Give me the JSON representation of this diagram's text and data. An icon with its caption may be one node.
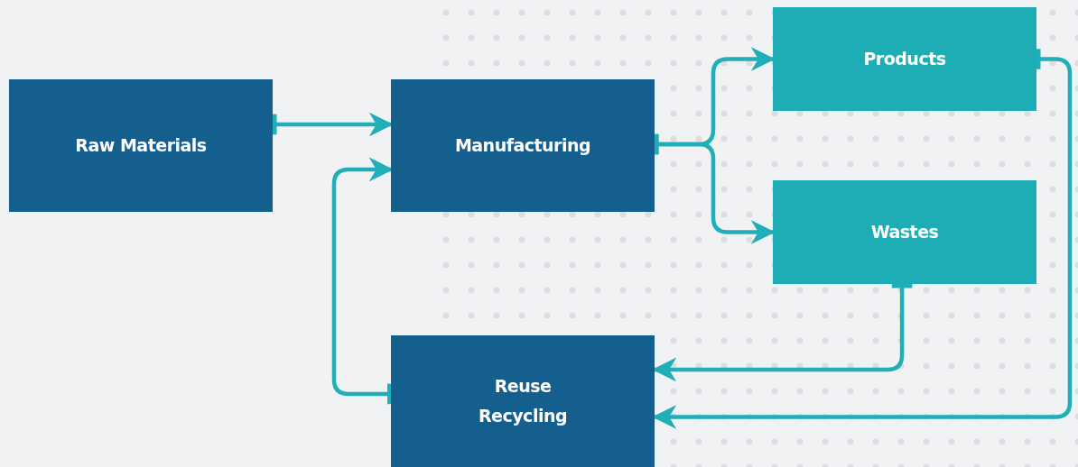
{
  "diagram": {
    "nodes": [
      {
        "text": [
          "Raw Materials"
        ]
      },
      {
        "text": [
          "Manufacturing"
        ]
      },
      {
        "text": [
          "Products"
        ]
      },
      {
        "text": [
          "Wastes"
        ]
      },
      {
        "text": [
          "Reuse Recycling"
        ]
      }
    ],
    "edges": [
      {
        "from": 0,
        "to": 1,
        "arrow": "to"
      },
      {
        "from": 1,
        "to": 2,
        "arrow": "to"
      },
      {
        "from": 1,
        "to": 3,
        "arrow": "to"
      },
      {
        "from": 3,
        "to": 4,
        "arrow": "to"
      },
      {
        "from": 2,
        "to": 4,
        "arrow": "to"
      },
      {
        "from": 4,
        "to": 1,
        "arrow": "to"
      }
    ]
  }
}
